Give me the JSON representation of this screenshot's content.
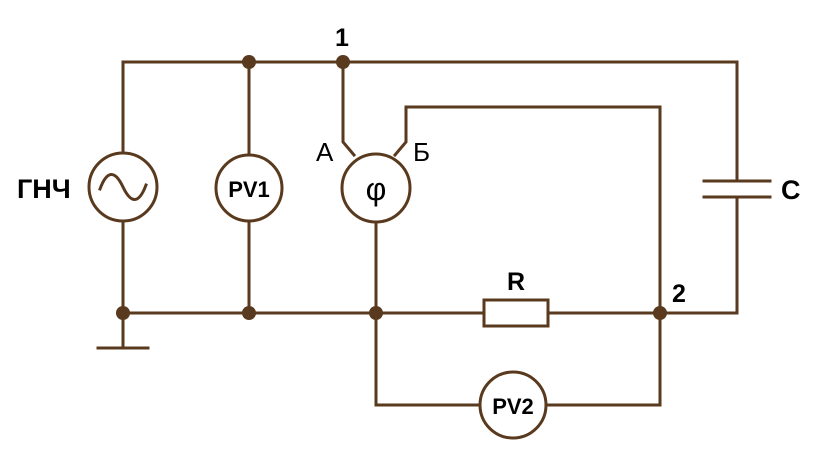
{
  "colors": {
    "wire": "#5a3a1e",
    "text": "#000000",
    "background": "#ffffff"
  },
  "labels": {
    "generator": "ГНЧ",
    "voltmeter1": "PV1",
    "voltmeter2": "PV2",
    "phasemeter": "φ",
    "phase_in_a": "А",
    "phase_in_b": "Б",
    "resistor": "R",
    "capacitor": "С",
    "node1": "1",
    "node2": "2"
  },
  "icons": {
    "generator": "sine-wave-source-icon",
    "ground": "ground-icon",
    "resistor": "resistor-icon",
    "capacitor": "capacitor-icon"
  }
}
